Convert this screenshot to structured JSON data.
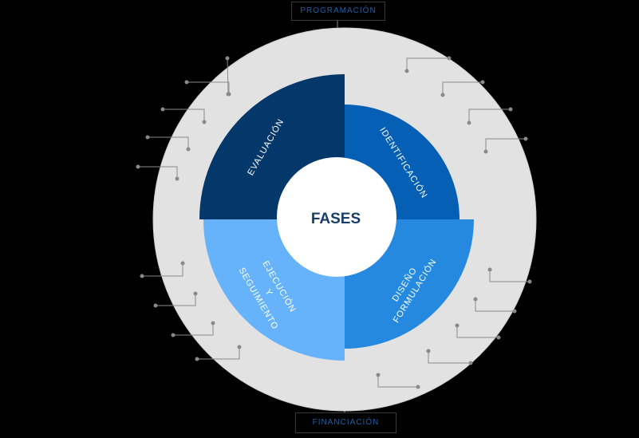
{
  "labels": {
    "top": "PROGRAMACIÓN",
    "bottom": "FINANCIACIÓN"
  },
  "center": {
    "title": "FASES"
  },
  "quadrants": [
    {
      "id": "evaluacion",
      "lines": [
        "EVALUACIÓN"
      ],
      "color": "#04376a"
    },
    {
      "id": "identificacion",
      "lines": [
        "IDENTIFICACIÓN"
      ],
      "color": "#0560b5"
    },
    {
      "id": "diseno",
      "lines": [
        "DISEÑO",
        "FORMULACIÓN"
      ],
      "color": "#2589e0"
    },
    {
      "id": "ejecucion",
      "lines": [
        "EJECUCIÓN",
        "Y",
        "SEGUIMIENTO"
      ],
      "color": "#66b3fb"
    }
  ],
  "colors": {
    "outer_ring": "#e2e2e3",
    "center_circle": "#ffffff",
    "center_text": "#1a3e6a",
    "connector": "#8a8a8a"
  }
}
